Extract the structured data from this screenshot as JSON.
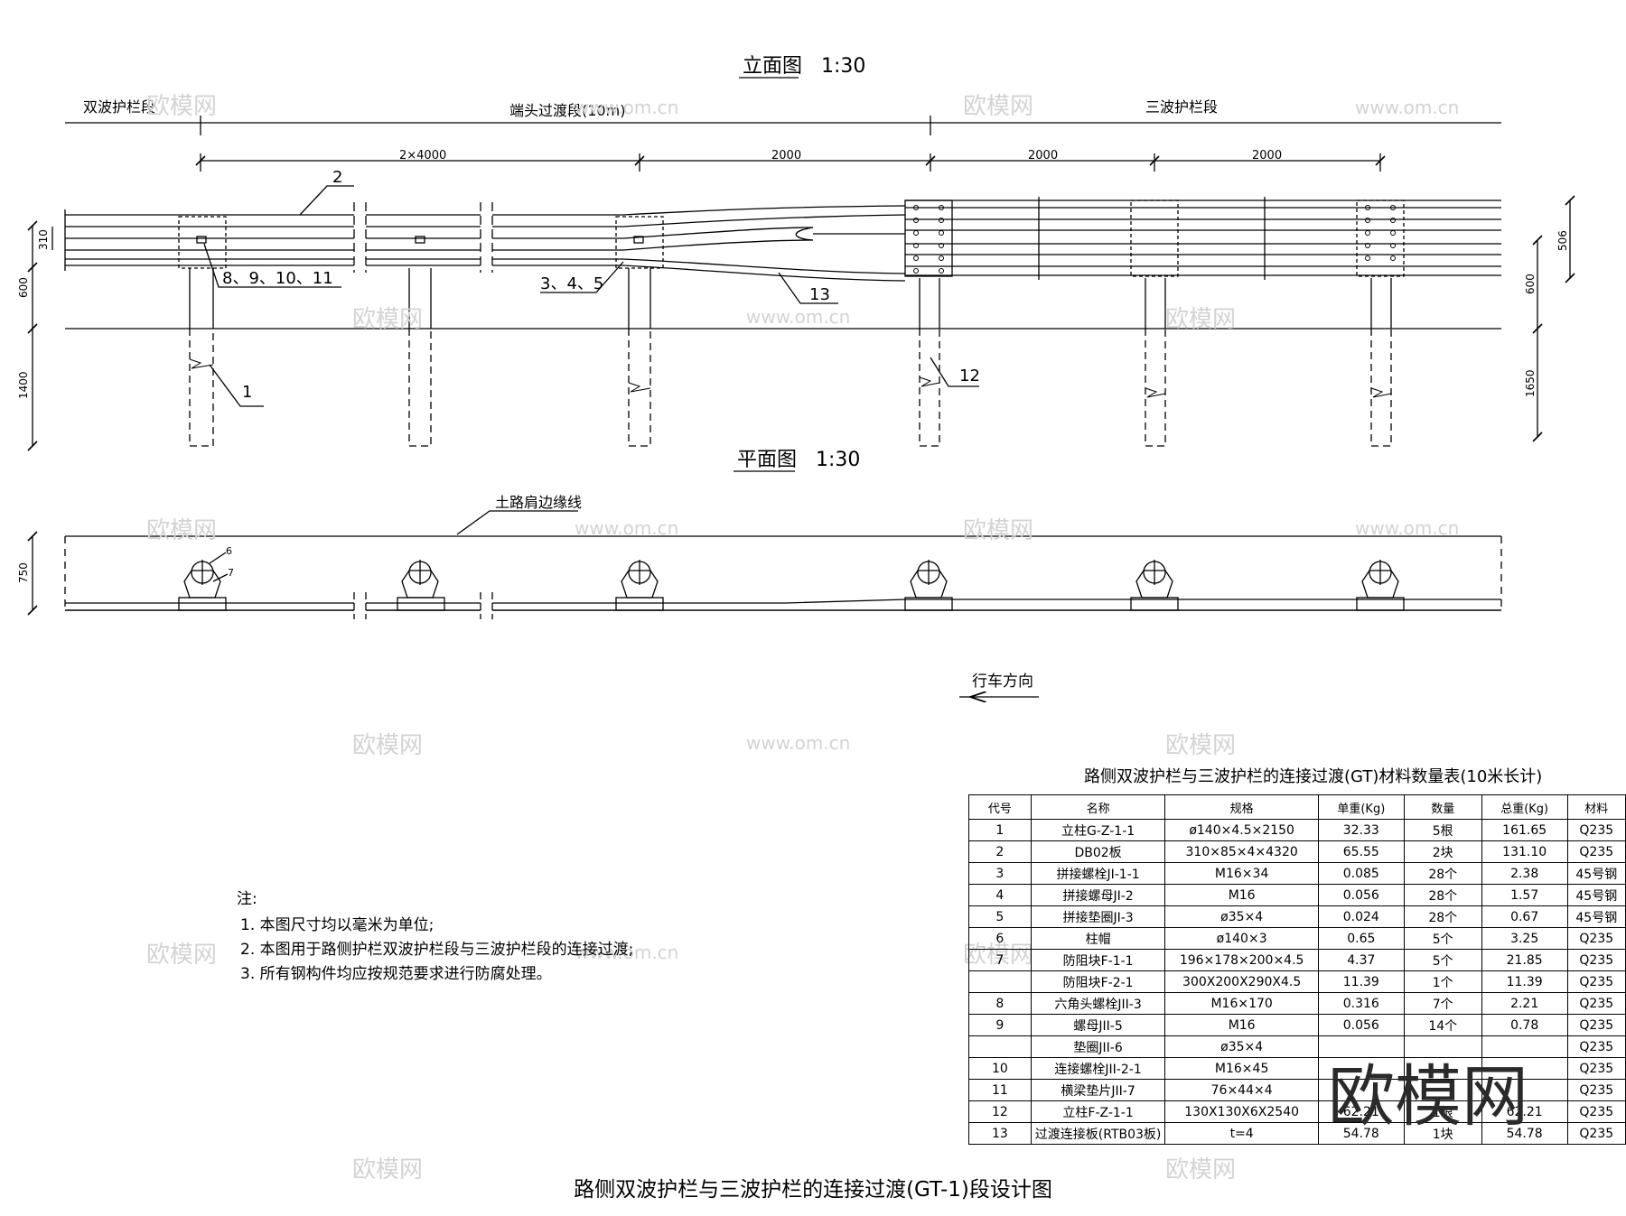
{
  "elevation": {
    "title": "立面图   1:30",
    "segment_left": "双波护栏段",
    "segment_mid": "端头过渡段(10m)",
    "segment_right": "三波护栏段",
    "dims_top": [
      "2×4000",
      "2000",
      "2000",
      "2000"
    ],
    "dims_left": [
      "310",
      "600",
      "1400"
    ],
    "dims_right": [
      "506",
      "600",
      "1650"
    ],
    "callouts": {
      "c2": "2",
      "c8": "8、9、10、11",
      "c3": "3、4、5",
      "c13": "13",
      "c1": "1",
      "c12": "12"
    }
  },
  "plan": {
    "title": "平面图   1:30",
    "shoulder_line": "土路肩边缘线",
    "dim_left": "750",
    "callout_6": "6",
    "callout_7": "7",
    "direction": "行车方向"
  },
  "notes": {
    "title": "注:",
    "items": [
      "1. 本图尺寸均以毫米为单位;",
      "2. 本图用于路侧护栏双波护栏段与三波护栏段的连接过渡;",
      "3. 所有钢构件均应按规范要求进行防腐处理。"
    ]
  },
  "table": {
    "title": "路侧双波护栏与三波护栏的连接过渡(GT)材料数量表(10米长计)",
    "headers": [
      "代号",
      "名称",
      "规格",
      "单重(Kg)",
      "数量",
      "总重(Kg)",
      "材料"
    ],
    "rows": [
      [
        "1",
        "立柱G-Z-1-1",
        "ø140×4.5×2150",
        "32.33",
        "5根",
        "161.65",
        "Q235"
      ],
      [
        "2",
        "DB02板",
        "310×85×4×4320",
        "65.55",
        "2块",
        "131.10",
        "Q235"
      ],
      [
        "3",
        "拼接螺栓JI-1-1",
        "M16×34",
        "0.085",
        "28个",
        "2.38",
        "45号钢"
      ],
      [
        "4",
        "拼接螺母JI-2",
        "M16",
        "0.056",
        "28个",
        "1.57",
        "45号钢"
      ],
      [
        "5",
        "拼接垫圈JI-3",
        "ø35×4",
        "0.024",
        "28个",
        "0.67",
        "45号钢"
      ],
      [
        "6",
        "柱帽",
        "ø140×3",
        "0.65",
        "5个",
        "3.25",
        "Q235"
      ],
      [
        "7",
        "防阻块F-1-1",
        "196×178×200×4.5",
        "4.37",
        "5个",
        "21.85",
        "Q235"
      ],
      [
        "",
        "防阻块F-2-1",
        "300X200X290X4.5",
        "11.39",
        "1个",
        "11.39",
        "Q235"
      ],
      [
        "8",
        "六角头螺栓JII-3",
        "M16×170",
        "0.316",
        "7个",
        "2.21",
        "Q235"
      ],
      [
        "9",
        "螺母JII-5",
        "M16",
        "0.056",
        "14个",
        "0.78",
        "Q235"
      ],
      [
        "",
        "垫圈JII-6",
        "ø35×4",
        "",
        "",
        "",
        "Q235"
      ],
      [
        "10",
        "连接螺栓JII-2-1",
        "M16×45",
        "",
        "",
        "",
        "Q235"
      ],
      [
        "11",
        "横梁垫片JII-7",
        "76×44×4",
        "",
        "",
        "",
        "Q235"
      ],
      [
        "12",
        "立柱F-Z-1-1",
        "130X130X6X2540",
        "62.21",
        "1根",
        "62.21",
        "Q235"
      ],
      [
        "13",
        "过渡连接板(RTB03板)",
        "t=4",
        "54.78",
        "1块",
        "54.78",
        "Q235"
      ]
    ]
  },
  "main_title": "路侧双波护栏与三波护栏的连接过渡(GT-1)段设计图",
  "watermark": {
    "brand": "欧模网",
    "site": "www.om.cn"
  }
}
